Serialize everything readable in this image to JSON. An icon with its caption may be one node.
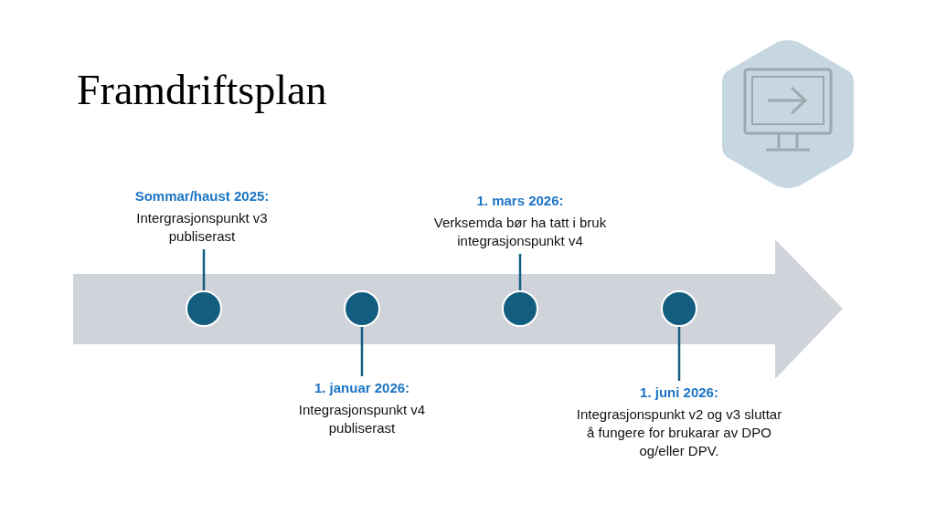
{
  "diagram": {
    "title": "Framdriftsplan",
    "nodes": [
      {
        "text": [
          "Sommar/haust 2025:",
          "Intergrasjonspunkt v3 publiserast"
        ]
      },
      {
        "text": [
          "1. januar 2026:",
          "Integrasjonspunkt v4 publiserast"
        ]
      },
      {
        "text": [
          "1. mars 2026:",
          "Verksemda bør ha tatt i bruk integrasjonspunkt v4"
        ]
      },
      {
        "text": [
          "1. juni 2026:",
          "Integrasjonspunkt v2 og v3 sluttar å fungere for brukarar av DPO og/eller DPV."
        ]
      },
      {
        "text": [],
        "shape": "circle"
      },
      {
        "text": [],
        "shape": "circle"
      },
      {
        "text": [],
        "shape": "circle"
      },
      {
        "text": [],
        "shape": "circle"
      }
    ],
    "edges": [
      {
        "from": 0,
        "to": 4,
        "arrow": "none"
      },
      {
        "from": 1,
        "to": 5,
        "arrow": "none"
      },
      {
        "from": 2,
        "to": 6,
        "arrow": "none"
      },
      {
        "from": 3,
        "to": 7,
        "arrow": "none"
      }
    ]
  }
}
